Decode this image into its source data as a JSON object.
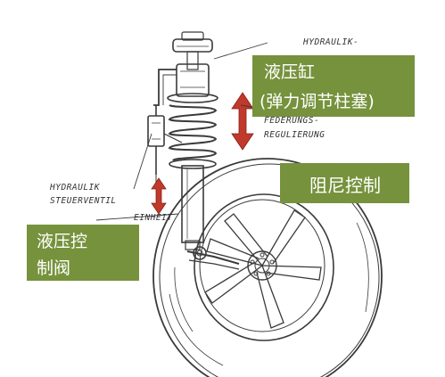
{
  "labels": {
    "hydraulic_cylinder": "液压缸",
    "spring_plunger": "(弹力调节柱塞)",
    "damping_control": "阻尼控制",
    "hydraulic_valve_line1": "液压控",
    "hydraulic_valve_line2": "制阀"
  },
  "sketch_text": {
    "hydraulik_top": "HYDRAULIK-",
    "federungs": "FEDERUNGS-",
    "regulierung": "REGULIERUNG",
    "hydraulik_left": "HYDRAULIK",
    "steuerventil": "STEUERVENTIL",
    "einheit": "EINHEIT"
  },
  "colors": {
    "label_bg": "#76923c",
    "label_text": "#ffffff",
    "arrow_red": "#c0392b",
    "sketch_line": "#3a3a3a"
  }
}
